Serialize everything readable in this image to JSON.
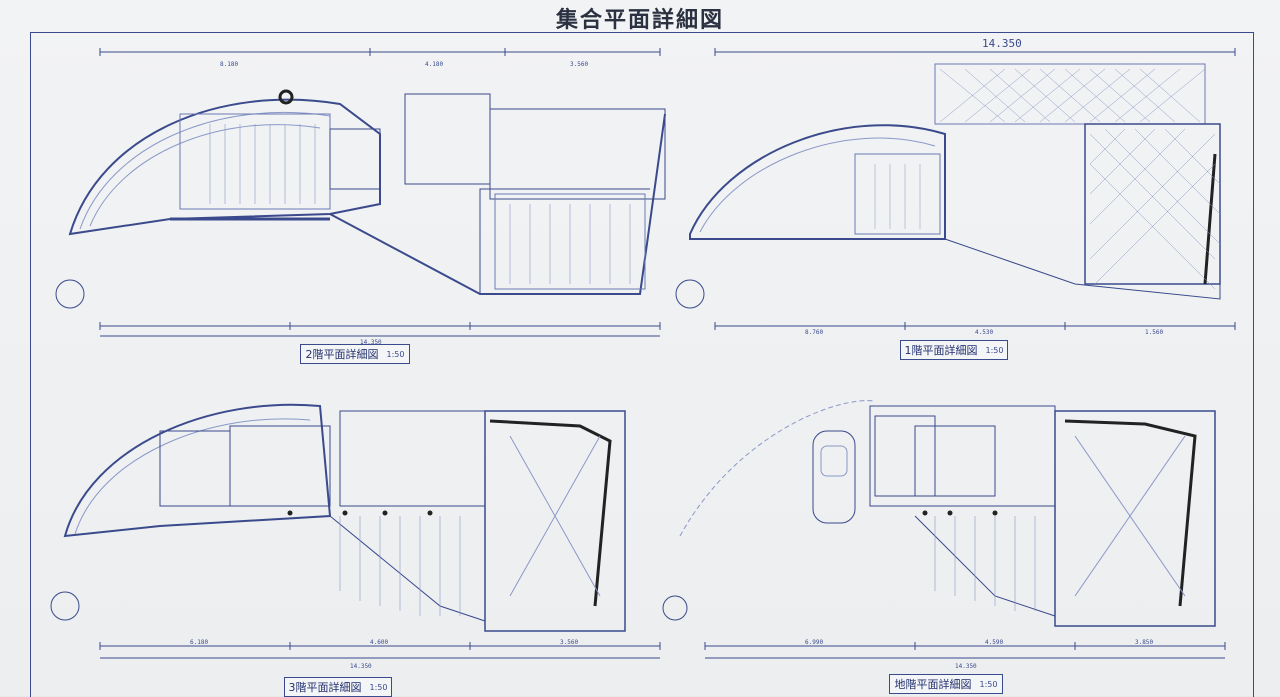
{
  "title": "集合平面詳細図",
  "overall_width_label": "14.350",
  "plans": [
    {
      "key": "plan_2f",
      "caption": "2階平面詳細図",
      "scale": "1:50",
      "dims": [
        "8.180",
        "4.180",
        "3.560"
      ],
      "total": "14.350"
    },
    {
      "key": "plan_1f",
      "caption": "1階平面詳細図",
      "scale": "1:50",
      "dims": [
        "8.760",
        "4.530",
        "1.560"
      ],
      "total": "14.350"
    },
    {
      "key": "plan_3f",
      "caption": "3階平面詳細図",
      "scale": "1:50",
      "dims": [
        "6.180",
        "4.600",
        "3.560"
      ],
      "total": "14.350"
    },
    {
      "key": "plan_b1",
      "caption": "地階平面詳細図",
      "scale": "1:50",
      "dims": [
        "6.990",
        "4.590",
        "3.850"
      ],
      "total": "14.350"
    }
  ],
  "colors": {
    "line": "#3a4a8c",
    "line_light": "#8a98c8",
    "hatch": "#6a7ab4",
    "paper": "#f2f3f4"
  }
}
